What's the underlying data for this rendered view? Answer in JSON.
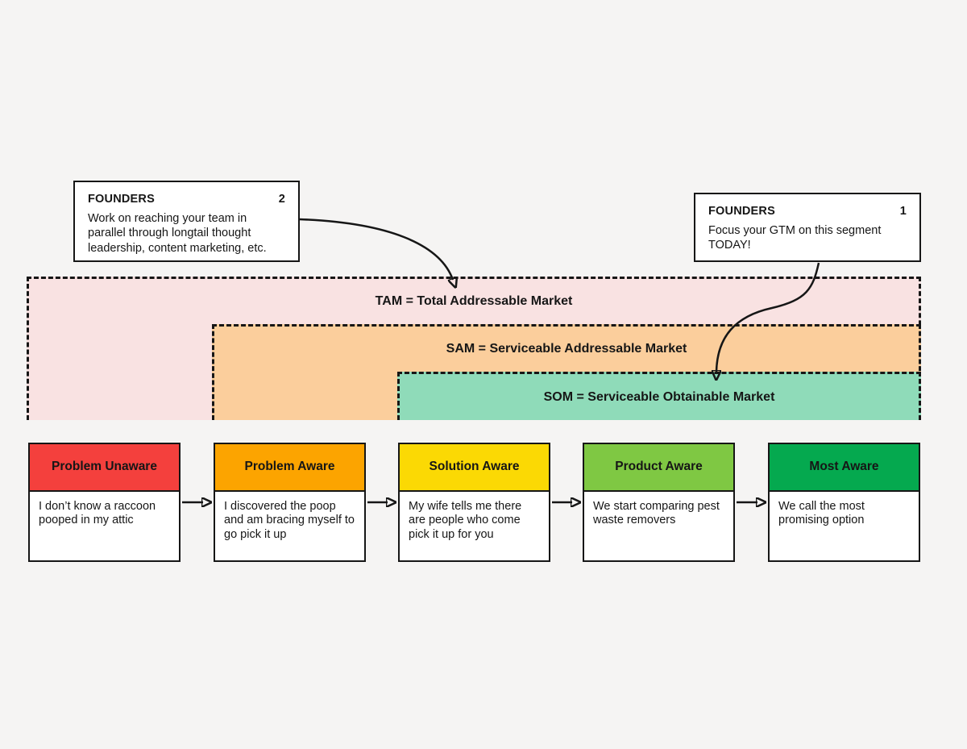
{
  "background": "#F5F4F3",
  "ink": "#161616",
  "callouts": [
    {
      "title": "FOUNDERS",
      "number": "2",
      "body": "Work on reaching your team in parallel through longtail thought leadership, content marketing, etc."
    },
    {
      "title": "FOUNDERS",
      "number": "1",
      "body": "Focus your GTM on this segment TODAY!"
    }
  ],
  "market_bands": [
    {
      "id": "tam",
      "label": "TAM = Total Addressable Market",
      "color": "#F9E2E2"
    },
    {
      "id": "sam",
      "label": "SAM = Serviceable Addressable Market",
      "color": "#FBCE9C"
    },
    {
      "id": "som",
      "label": "SOM = Serviceable Obtainable Market",
      "color": "#8FDBB9"
    }
  ],
  "stages": [
    {
      "label": "Problem Unaware",
      "color": "#F4403D",
      "body": "I don’t know a raccoon pooped in my attic"
    },
    {
      "label": "Problem Aware",
      "color": "#FCA400",
      "body": "I discovered the poop and am bracing myself to go pick it up"
    },
    {
      "label": "Solution Aware",
      "color": "#FBD904",
      "body": "My wife tells me there are people who come pick it up for you"
    },
    {
      "label": "Product Aware",
      "color": "#7FC843",
      "body": "We start comparing pest waste removers"
    },
    {
      "label": "Most Aware",
      "color": "#05A94F",
      "body": "We call the most promising option"
    }
  ]
}
